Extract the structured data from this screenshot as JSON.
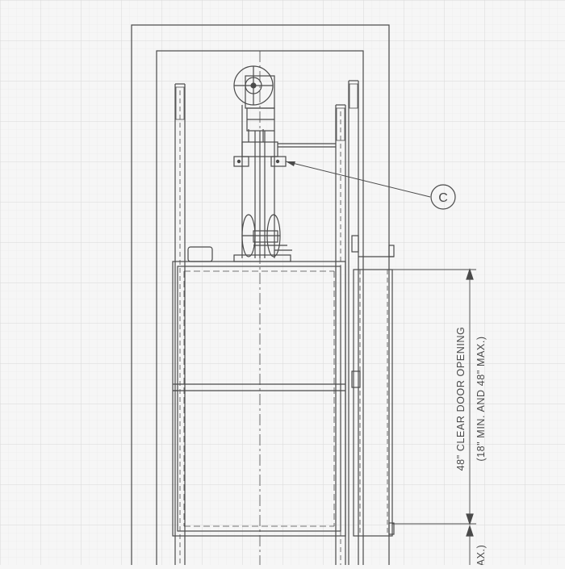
{
  "drawing": {
    "callout_label": "C",
    "dimension_text_main": "48\" CLEAR DOOR OPENING",
    "dimension_text_sub": "(18\" MIN. AND 48\" MAX.)",
    "dimension_text_partial": "AX.)",
    "colors": {
      "background": "#f6f6f6",
      "grid_minor": "#e7e7e7",
      "grid_major": "#d8d8d8",
      "ink": "#4a4a4a",
      "ink_light": "#7a7a7a"
    }
  }
}
